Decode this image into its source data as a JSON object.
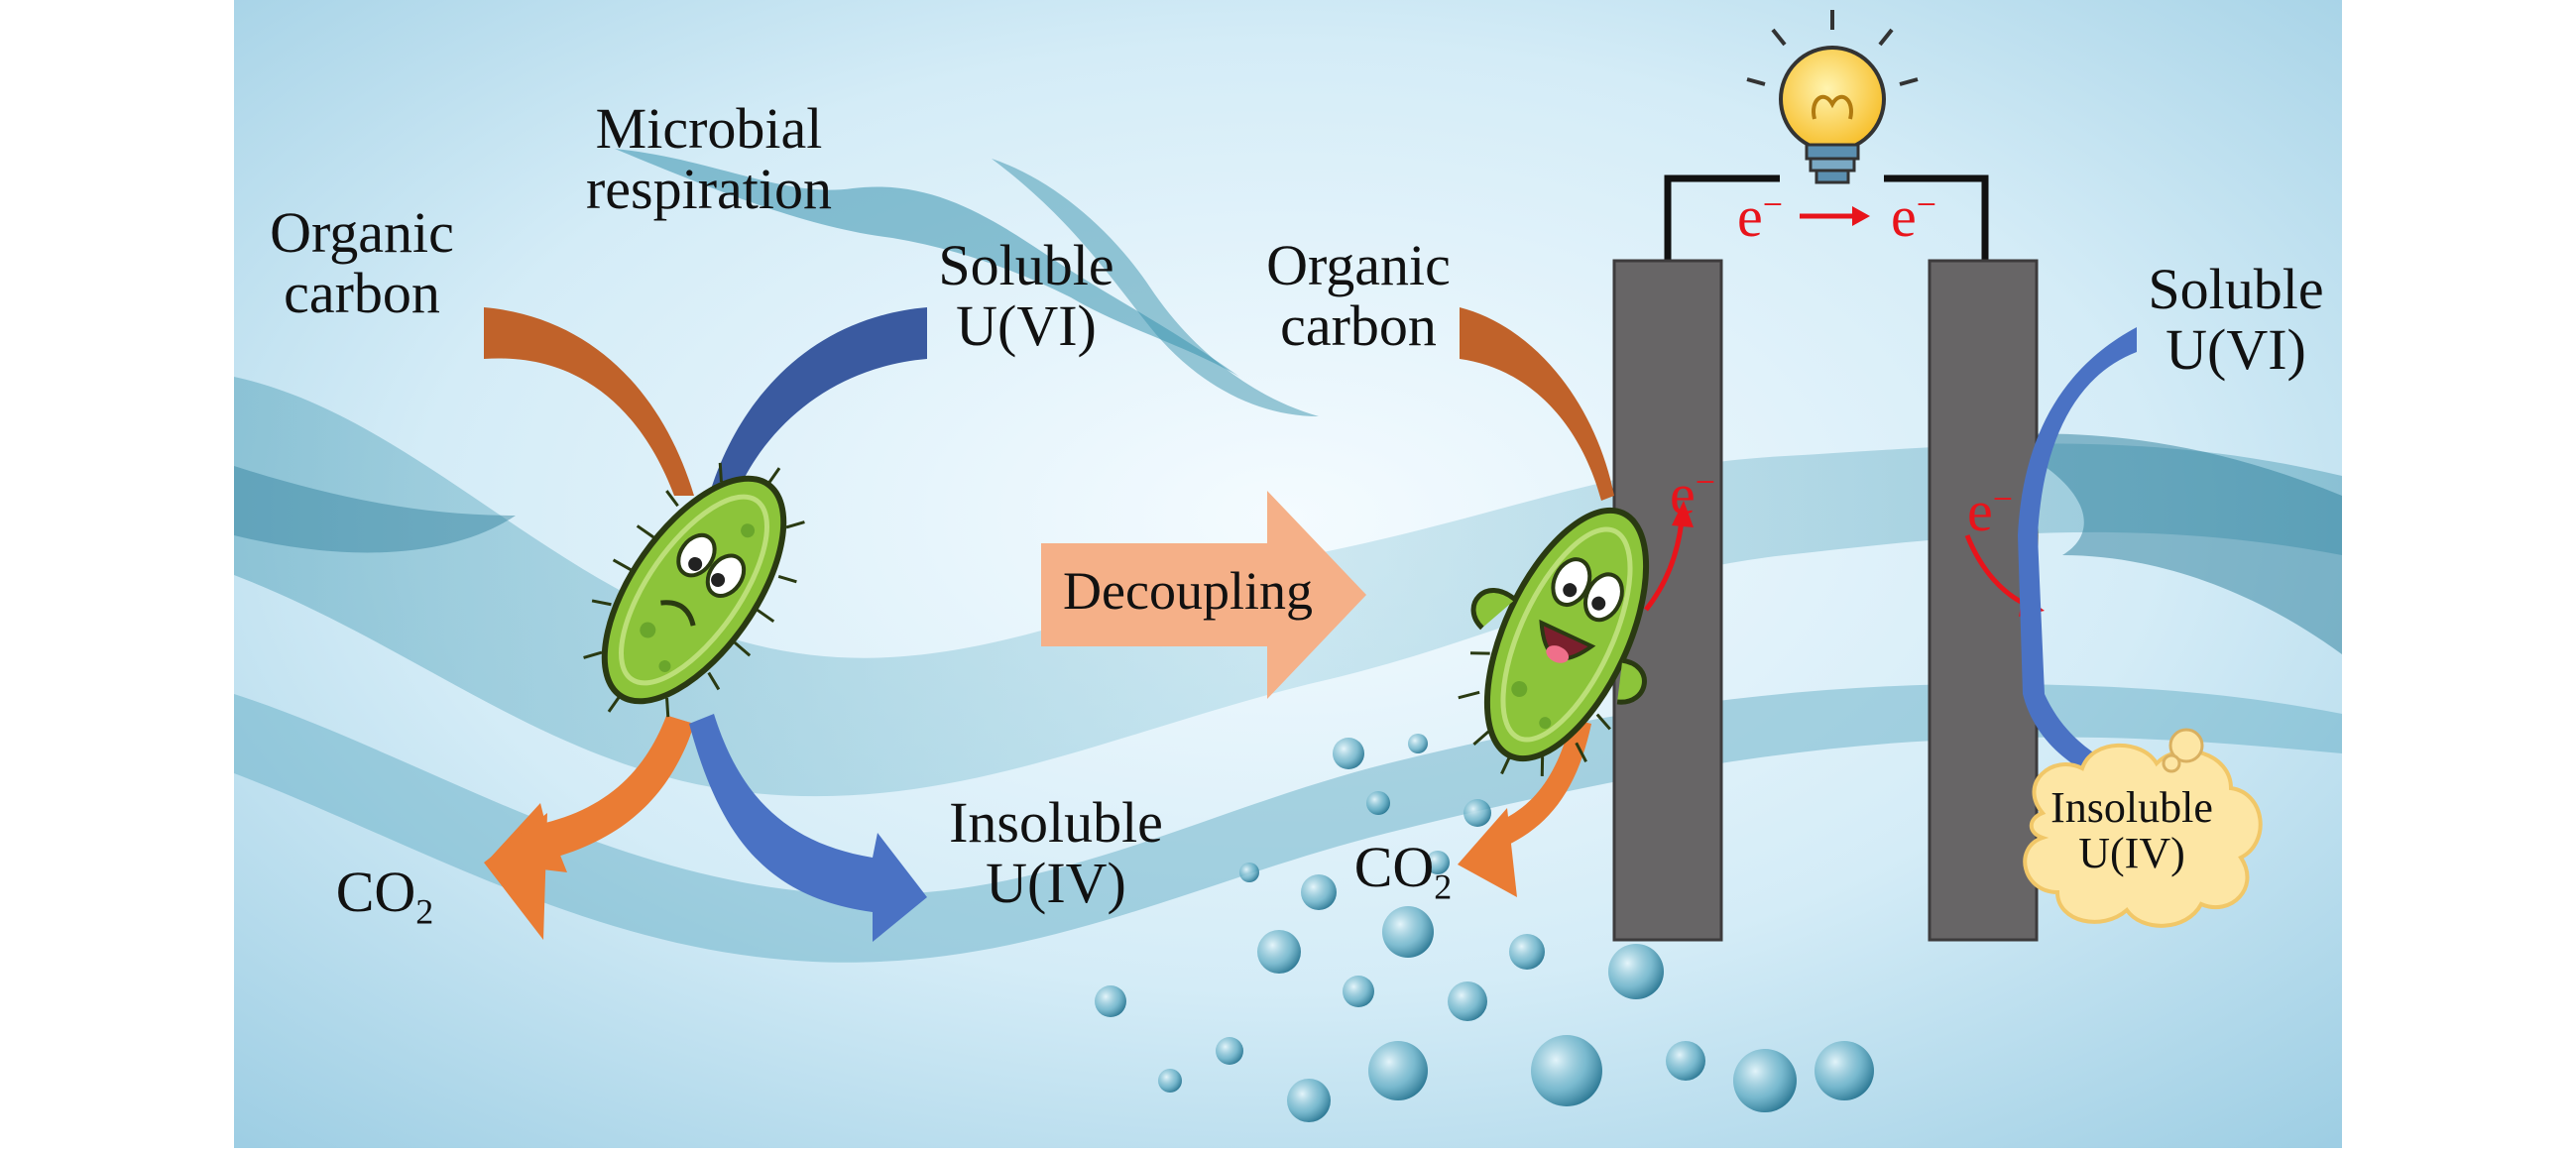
{
  "labels": {
    "left_organic_carbon_line1": "Organic",
    "left_organic_carbon_line2": "carbon",
    "microbial_respiration_line1": "Microbial",
    "microbial_respiration_line2": "respiration",
    "left_soluble_line1": "Soluble",
    "left_soluble_line2": "U(VI)",
    "left_co2_main": "CO",
    "left_co2_sub": "2",
    "left_insoluble_line1": "Insoluble",
    "left_insoluble_line2": "U(IV)",
    "decoupling": "Decoupling",
    "right_organic_carbon_line1": "Organic",
    "right_organic_carbon_line2": "carbon",
    "right_co2_main": "CO",
    "right_co2_sub": "2",
    "electron_main": "e",
    "electron_sup": "−",
    "right_soluble_line1": "Soluble",
    "right_soluble_line2": "U(VI)",
    "right_insoluble_line1": "Insoluble",
    "right_insoluble_line2": "U(IV)"
  },
  "colors": {
    "organic_carbon_arrow": "#c0622a",
    "co2_arrow": "#ea7c34",
    "uranium_arrow": "#4a72c4",
    "uranium_arrow_dark": "#3a5aa0",
    "decoupling_arrow": "#f5b088",
    "electrode": "#676566",
    "electron_text": "#e8141b",
    "microbe_body": "#8cc43a",
    "water_bg": "#cce8f4"
  },
  "icons": [
    "bacterium-sad-icon",
    "bacterium-happy-icon",
    "light-bulb-icon",
    "cloud-icon",
    "water-splash-icon"
  ]
}
